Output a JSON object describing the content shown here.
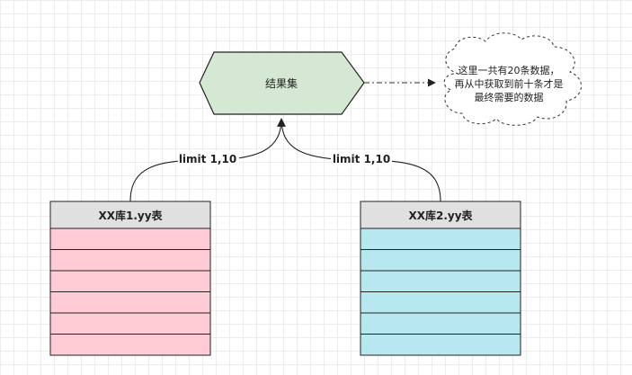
{
  "result_node": {
    "label": "结果集",
    "fill": "#d5e8d4"
  },
  "note": {
    "lines": [
      "这里一共有20条数据，",
      "再从中获取到前十条才是",
      "最终需要的数据"
    ]
  },
  "edges": {
    "left_label": "limit 1,10",
    "right_label": "limit 1,10"
  },
  "tables": [
    {
      "title": "XX库1.yy表",
      "row_count": 6,
      "fill": "#ffccd5"
    },
    {
      "title": "XX库2.yy表",
      "row_count": 6,
      "fill": "#b8e8ef"
    }
  ],
  "colors": {
    "header": "#e0e0e0",
    "stroke": "#222222"
  }
}
